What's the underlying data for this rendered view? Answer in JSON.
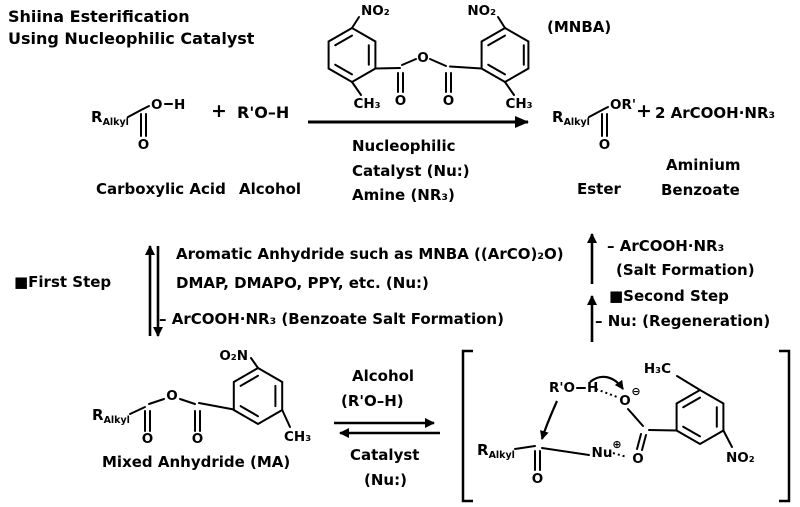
{
  "title": {
    "line1": "Shiina Esterification",
    "line2": "Using Nucleophilic Catalyst"
  },
  "mnba": {
    "label": "(MNBA)",
    "no2_left": "NO₂",
    "no2_right": "NO₂",
    "ch3_left": "CH₃",
    "ch3_right": "CH₃",
    "o_center": "O",
    "o_carbonyl_left": "O",
    "o_carbonyl_right": "O"
  },
  "acid": {
    "r": "R",
    "r_sub": "Alkyl",
    "o_hydroxyl": "O",
    "h": "H",
    "o_carbonyl": "O",
    "caption": "Carboxylic Acid"
  },
  "plus_left": "+",
  "alcohol": {
    "formula": "R'O–H",
    "caption": "Alcohol"
  },
  "conditions": {
    "line1": "Nucleophilic",
    "line2": "Catalyst (Nu:)",
    "line3": "Amine (NR₃)"
  },
  "ester": {
    "r": "R",
    "r_sub": "Alkyl",
    "or_group": "OR'",
    "o_carbonyl": "O",
    "caption": "Ester"
  },
  "plus_right": "+",
  "byproduct": {
    "formula": "2 ArCOOH·NR₃",
    "caption_line1": "Aminium",
    "caption_line2": "Benzoate"
  },
  "first_step": {
    "label": "■First Step",
    "line1": "Aromatic Anhydride such as MNBA ((ArCO)₂O)",
    "line2": "DMAP, DMAPO, PPY, etc. (Nu:)",
    "line3": "– ArCOOH·NR₃ (Benzoate Salt Formation)"
  },
  "second_step": {
    "salt_line1": "– ArCOOH·NR₃",
    "salt_line2": "(Salt Formation)",
    "label": "■Second Step",
    "regen": "– Nu: (Regeneration)"
  },
  "equilibrium": {
    "top1": "Alcohol",
    "top2": "(R'O–H)",
    "bottom1": "Catalyst",
    "bottom2": "(Nu:)"
  },
  "mixed_anhydride": {
    "r": "R",
    "r_sub": "Alkyl",
    "o_carbonyl_left": "O",
    "o_center": "O",
    "o_carbonyl_right": "O",
    "o2n": "O₂N",
    "ch3": "CH₃",
    "caption": "Mixed Anhydride (MA)"
  },
  "transition_state": {
    "rprime_o": "R'O",
    "h": "H",
    "h3c": "H₃C",
    "no2": "NO₂",
    "o_minus": "O",
    "charge_minus": "⊖",
    "o_benzoate": "O",
    "nu": "Nu",
    "charge_plus": "⊕",
    "r": "R",
    "r_sub": "Alkyl",
    "o_acyl": "O"
  }
}
